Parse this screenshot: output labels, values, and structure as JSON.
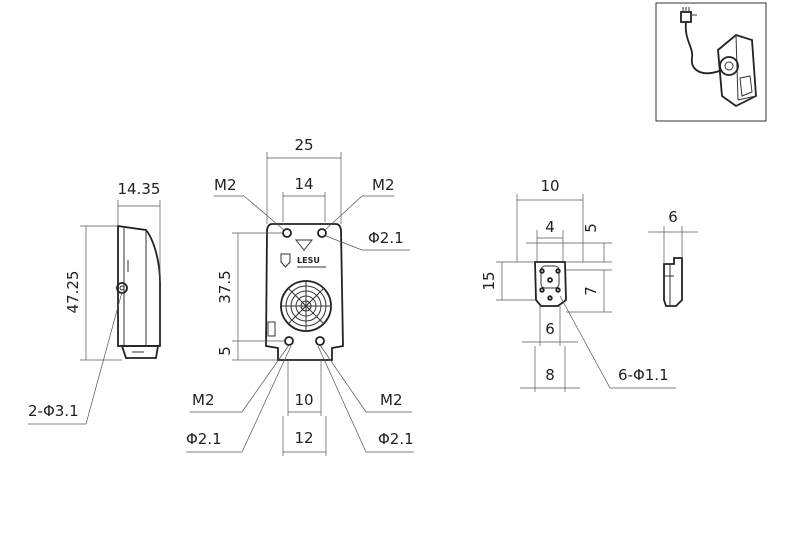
{
  "side_view": {
    "width": "14.35",
    "height": "47.25",
    "hole_note": "2-Φ3.1"
  },
  "front_view": {
    "overall_width": "25",
    "top_hole_spacing": "14",
    "top_thread_left": "M2",
    "top_thread_right": "M2",
    "top_hole_dia": "Φ2.1",
    "height": "37.5",
    "bottom_offset": "5",
    "bottom_thread_left": "M2",
    "bottom_thread_right": "M2",
    "bottom_inner_spacing": "10",
    "bottom_outer_spacing": "12",
    "bottom_hole_dia_left": "Φ2.1",
    "bottom_hole_dia_right": "Φ2.1",
    "brand": "LESU"
  },
  "bracket_view": {
    "width_10": "10",
    "width_4": "4",
    "dim_5": "5",
    "height_15": "15",
    "dim_7": "7",
    "dim_6": "6",
    "dim_8": "8",
    "hole_note": "6-Φ1.1"
  },
  "bracket_side": {
    "thickness": "6"
  }
}
